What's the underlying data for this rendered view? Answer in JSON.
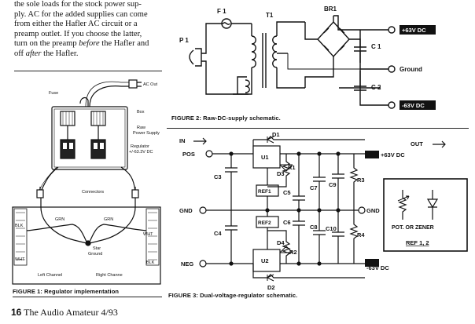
{
  "body_text": {
    "line1": "the sole loads for the stock power sup-",
    "line2": "ply. AC for the added supplies can come",
    "line3": "from either the Hafler AC circuit or a",
    "line4": "preamp outlet. If you choose the latter,",
    "line5_pre": "turn on the preamp ",
    "line5_em": "before",
    "line5_post": " the Hafler and",
    "line6_pre": "off ",
    "line6_em": "after",
    "line6_post": " the Hafler."
  },
  "figure1": {
    "caption": "FIGURE 1: Regulator implementation",
    "labels": {
      "fuse": "Fuse",
      "ac_out": "AC Out",
      "box": "Box",
      "raw_power": "Raw",
      "raw_power2": "Power Supply",
      "regulator": "Regulator",
      "regulator2": "+/-63.3V DC",
      "connectors": "Connectors",
      "blk1": "BLK",
      "wht1": "WHT",
      "wht2": "WHT",
      "blk2": "BLK",
      "grn1": "GRN",
      "grn2": "GRN",
      "star1": "Star",
      "star2": "Ground",
      "left_channel": "Left Channel",
      "right_channel": "Right Channe"
    }
  },
  "figure2": {
    "caption": "FIGURE 2: Raw-DC-supply schematic.",
    "labels": {
      "f1": "F 1",
      "t1": "T1",
      "br1": "BR1",
      "p1": "P 1",
      "c1": "C 1",
      "c2": "C 2",
      "ground": "Ground",
      "pos_dc": "+63V DC",
      "neg_dc": "-63V DC"
    }
  },
  "figure3": {
    "caption": "FIGURE 3: Dual-voltage-regulator schematic.",
    "labels": {
      "in": "IN",
      "out": "OUT",
      "pos": "POS",
      "gnd_in": "GND",
      "neg": "NEG",
      "gnd_out": "GND",
      "d1": "D1",
      "d2": "D2",
      "d3": "D3",
      "d4": "D4",
      "u1": "U1",
      "u2": "U2",
      "r1": "R1",
      "r2": "R2",
      "r3": "R3",
      "r4": "R4",
      "c3": "C3",
      "c4": "C4",
      "c5": "C5",
      "c6": "C6",
      "c7": "C7",
      "c8": "C8",
      "c9": "C9",
      "c10": "C10",
      "ref1": "REF1",
      "ref2": "REF2",
      "v_pos": "+63V DC",
      "v_neg": "-63V DC",
      "pot_zener": "POT. OR ZENER",
      "ref_legend": "REF 1, 2"
    }
  },
  "footer": {
    "page": "16",
    "magazine": "The Audio Amateur",
    "issue": "4/93"
  }
}
